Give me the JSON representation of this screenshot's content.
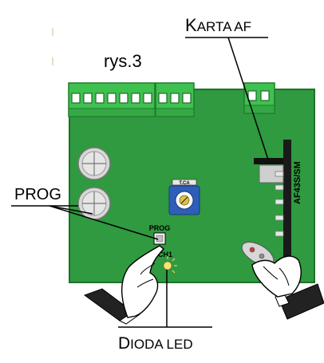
{
  "figure": {
    "title": "rys.3",
    "callouts": {
      "karta": {
        "first": "K",
        "rest": "ARTA AF"
      },
      "prog": "PROG",
      "dioda": {
        "first": "D",
        "rest": "IODA LED"
      }
    },
    "board_labels": {
      "prog_button": "PROG",
      "led": "CH1",
      "trimmer": "T.CA",
      "card": "AF43S/SM"
    }
  },
  "colors": {
    "board": "#2f9a3f",
    "board_edge": "#20702b",
    "terminal": "#3fc150",
    "trimmer": "#2e5fb8",
    "card": "#1a1a1a"
  }
}
